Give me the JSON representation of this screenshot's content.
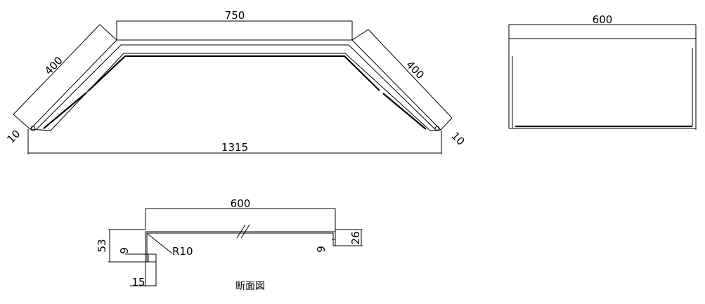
{
  "plan_view": {
    "top_length": "750",
    "left_side": "400",
    "right_side": "400",
    "left_lip": "10",
    "right_lip": "10",
    "bottom_length": "1315"
  },
  "side_view": {
    "width": "600"
  },
  "section_view": {
    "width": "600",
    "left_height": "53",
    "left_inner": "9",
    "radius": "R10",
    "left_flange": "15",
    "right_inner": "9",
    "right_height": "26",
    "caption": "断面図"
  },
  "colors": {
    "line": "#000000",
    "background": "#ffffff"
  }
}
